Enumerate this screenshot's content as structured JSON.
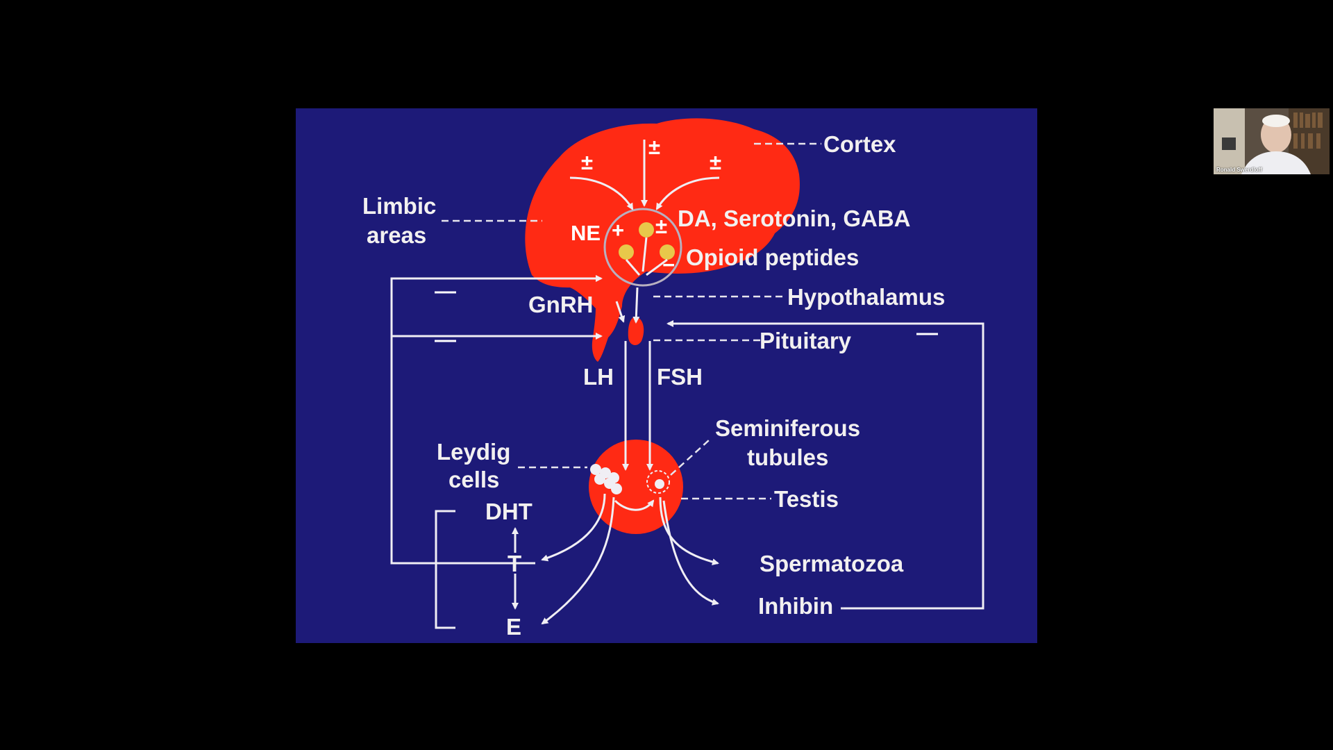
{
  "slide": {
    "background_color": "#1d1a78",
    "shape_color": "#ff2a14",
    "neuron_color": "#e8c84a",
    "labels": {
      "cortex": "Cortex",
      "limbic_1": "Limbic",
      "limbic_2": "areas",
      "ne": "NE",
      "da": "DA, Serotonin, GABA",
      "opioid": "Opioid peptides",
      "gnrh": "GnRH",
      "hypothalamus": "Hypothalamus",
      "pituitary": "Pituitary",
      "lh": "LH",
      "fsh": "FSH",
      "seminiferous_1": "Seminiferous",
      "seminiferous_2": "tubules",
      "leydig_1": "Leydig",
      "leydig_2": "cells",
      "testis": "Testis",
      "dht": "DHT",
      "t": "T",
      "e": "E",
      "spermatozoa": "Spermatozoa",
      "inhibin": "Inhibin"
    },
    "signs": {
      "pm": "±",
      "plus": "+",
      "minus": "−",
      "dash": "—"
    }
  },
  "participant": {
    "name": "Ronald Swerdloff"
  }
}
